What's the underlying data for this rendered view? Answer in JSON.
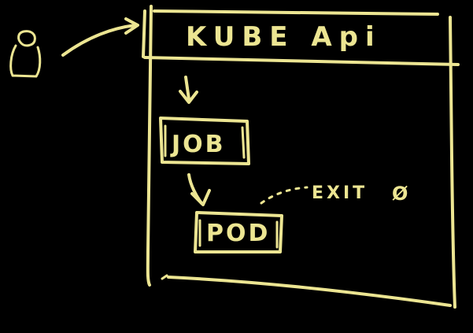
{
  "diagram": {
    "api_label": "KUBE Api",
    "job_label": "JOB",
    "pod_label": "POD",
    "exit_label": "EXIT",
    "exit_code": "Ø",
    "stroke_color": "#ece592",
    "background_color": "#000000"
  }
}
